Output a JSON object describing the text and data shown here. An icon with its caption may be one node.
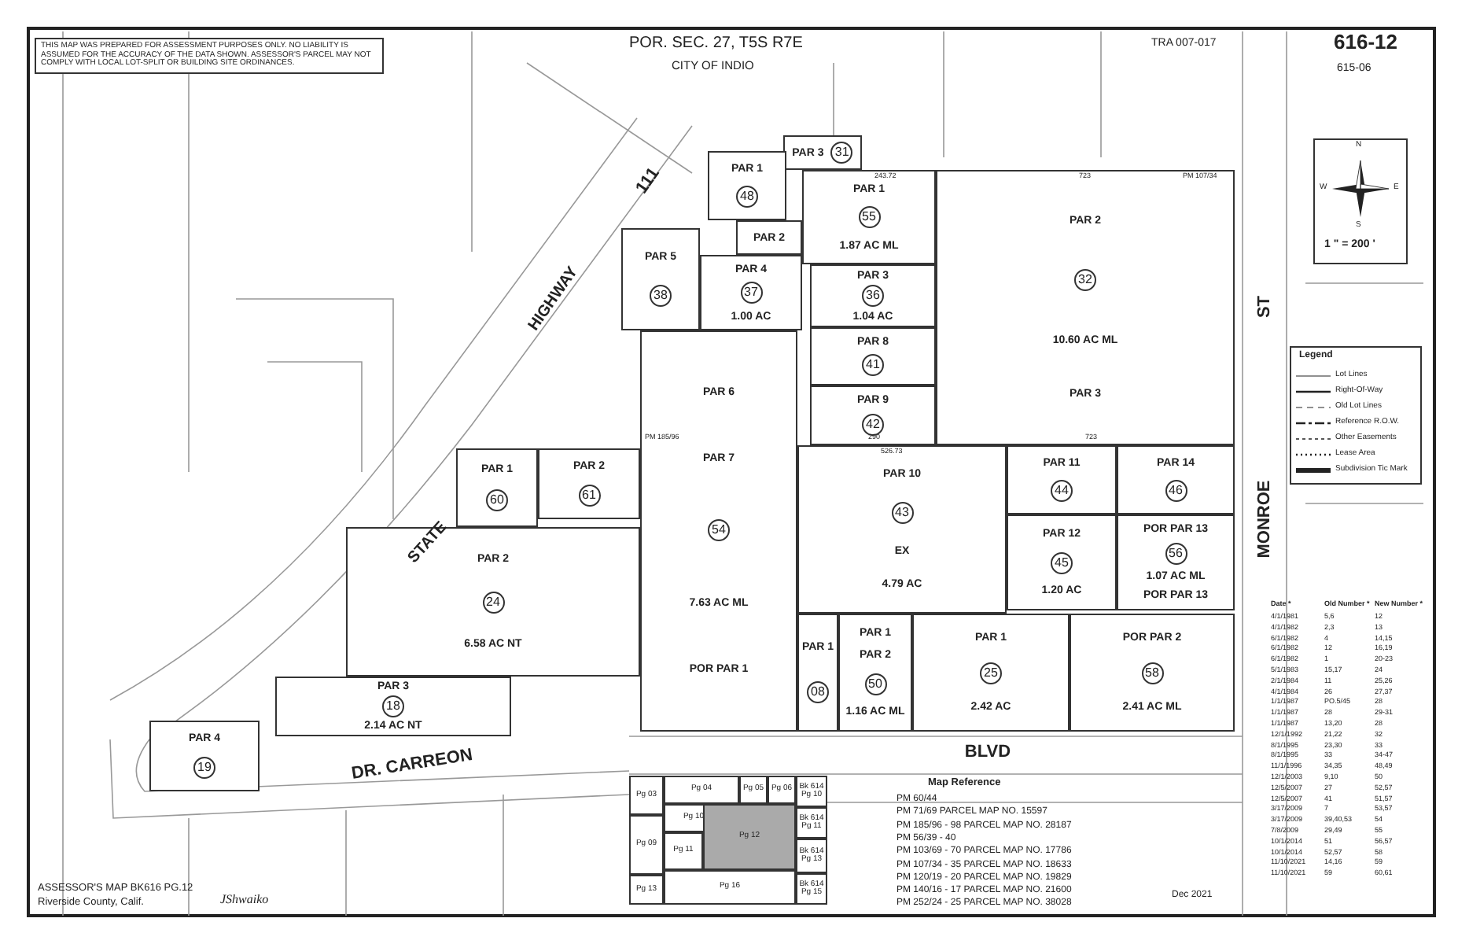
{
  "diagram": {
    "title": "POR. SEC. 27, T5S R7E",
    "nodes": [
      {
        "text": [
          "PAR 3",
          "31"
        ]
      },
      {
        "text": [
          "PAR 1",
          "48"
        ]
      },
      {
        "text": [
          "PAR 2"
        ]
      },
      {
        "text": [
          "PAR 1",
          "55",
          "1.87 AC ML"
        ]
      },
      {
        "text": [
          "PAR 5",
          "38"
        ]
      },
      {
        "text": [
          "PAR 4",
          "37",
          "1.00 AC"
        ]
      },
      {
        "text": [
          "PAR 3",
          "36",
          "1.04 AC"
        ]
      },
      {
        "text": [
          "PAR 2",
          "32",
          "10.60 AC ML",
          "PAR 3"
        ]
      },
      {
        "text": [
          "PAR 8",
          "41"
        ]
      },
      {
        "text": [
          "PAR 9",
          "42"
        ]
      },
      {
        "text": [
          "PAR 1",
          "60"
        ]
      },
      {
        "text": [
          "PAR 2",
          "61"
        ]
      },
      {
        "text": [
          "PAR 6",
          "PAR 7",
          "54",
          "7.63 AC ML",
          "POR PAR 1"
        ]
      },
      {
        "text": [
          "PAR 10",
          "43",
          "EX",
          "4.79 AC"
        ]
      },
      {
        "text": [
          "PAR 11",
          "44"
        ]
      },
      {
        "text": [
          "PAR 14",
          "46"
        ]
      },
      {
        "text": [
          "PAR 12",
          "45",
          "1.20 AC"
        ]
      },
      {
        "text": [
          "POR PAR 13",
          "56",
          "1.07 AC ML",
          "POR PAR 13"
        ]
      },
      {
        "text": [
          "PAR 2",
          "24",
          "6.58 AC NT"
        ]
      },
      {
        "text": [
          "PAR 1",
          "08"
        ]
      },
      {
        "text": [
          "PAR 1",
          "PAR 2",
          "50",
          "1.16 AC ML"
        ]
      },
      {
        "text": [
          "PAR 1",
          "25",
          "2.42 AC"
        ]
      },
      {
        "text": [
          "POR PAR 2",
          "58",
          "2.41 AC ML"
        ]
      },
      {
        "text": [
          "PAR 3",
          "18",
          "2.14 AC NT"
        ]
      },
      {
        "text": [
          "PAR 4",
          "19"
        ]
      }
    ],
    "labels": [
      "THIS MAP WAS PREPARED FOR ASSESSMENT PURPOSES ONLY. NO LIABILITY IS ASSUMED FOR THE ACCURACY OF THE DATA SHOWN. ASSESSOR'S PARCEL MAY NOT COMPLY WITH LOCAL LOT-SPLIT OR BUILDING SITE ORDINANCES.",
      "CITY OF INDIO",
      "TRA 007-017",
      "616-12",
      "615-06",
      "243.72",
      "723",
      "PM 107/34",
      "N",
      "W",
      "E",
      "S",
      "111",
      "1 \" = 200 '",
      "HIGHWAY",
      "ST",
      "Legend",
      "PM 185/96",
      "290",
      "723",
      "526.73",
      "STATE",
      "MONROE",
      "Date *",
      "Old Number *",
      "New Number *",
      "4/1/1981",
      "5,6",
      "12",
      "4/1/1982",
      "2,3",
      "13",
      "6/1/1982",
      "4",
      "14,15",
      "6/1/1982",
      "12",
      "16,19",
      "6/1/1982",
      "1",
      "20-23",
      "5/1/1983",
      "15,17",
      "24",
      "2/1/1984",
      "11",
      "25,26",
      "4/1/1984",
      "26",
      "27,37",
      "1/1/1987",
      "PO.5/45",
      "28",
      "1/1/1987",
      "28",
      "29-31",
      "1/1/1987",
      "13,20",
      "28",
      "12/1/1992",
      "21,22",
      "32",
      "8/1/1995",
      "23,30",
      "33",
      "8/1/1995",
      "33",
      "34-47",
      "11/1/1996",
      "34,35",
      "48,49",
      "12/1/2003",
      "9,10",
      "50",
      "12/5/2007",
      "27",
      "52,57",
      "12/5/2007",
      "41",
      "51,57",
      "3/17/2009",
      "7",
      "53,57",
      "3/17/2009",
      "39,40,53",
      "54",
      "7/8/2009",
      "29,49",
      "55",
      "10/1/2014",
      "51",
      "56,57",
      "10/1/2014",
      "52,57",
      "58",
      "11/10/2021",
      "14,16",
      "59",
      "11/10/2021",
      "59",
      "60,61",
      "BLVD",
      "DR. CARREON",
      "Map Reference",
      "PM 60/44",
      "PM 71/69 PARCEL MAP NO. 15597",
      "PM 185/96 - 98 PARCEL MAP NO. 28187",
      "PM 56/39 - 40",
      "PM 103/69 - 70 PARCEL MAP NO. 17786",
      "PM 107/34 - 35 PARCEL MAP NO. 18633",
      "PM 120/19 - 20 PARCEL MAP NO. 19829",
      "PM 140/16 - 17 PARCEL MAP NO. 21600",
      "PM 252/24 - 25 PARCEL MAP NO. 38028",
      "Pg 03",
      "Pg 04",
      "Pg 05",
      "Pg 06",
      "Bk 614 Pg 10",
      "Pg 10",
      "Bk 614 Pg 11",
      "Pg 09",
      "Pg 11",
      "Pg 12",
      "Bk 614 Pg 13",
      "Pg 13",
      "Pg 16",
      "Bk 614 Pg 15",
      "ASSESSOR'S MAP BK616 PG.12",
      "Riverside County, Calif.",
      "JShwaiko",
      "Dec 2021"
    ],
    "legend": [
      {
        "text": "Lot Lines"
      },
      {
        "text": "Right-Of-Way"
      },
      {
        "text": "Old Lot Lines"
      },
      {
        "text": "Reference R.O.W."
      },
      {
        "text": "Other Easements"
      },
      {
        "text": "Lease Area"
      },
      {
        "text": "Subdivision Tic Mark"
      }
    ]
  }
}
